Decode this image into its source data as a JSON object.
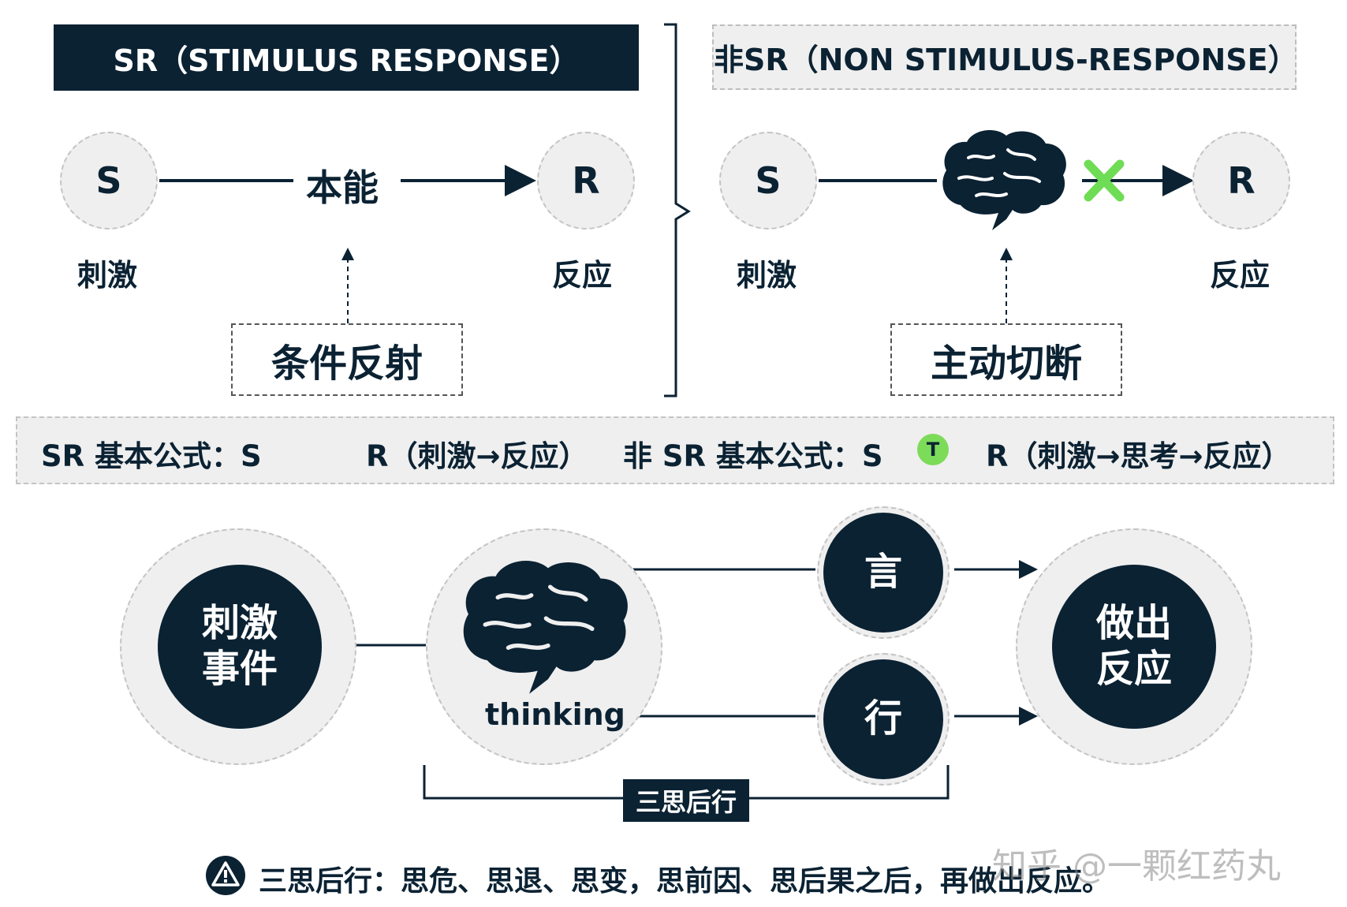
{
  "sr": {
    "header": "SR（STIMULUS RESPONSE）",
    "node_s": "S",
    "node_r": "R",
    "middle": "本能",
    "label_s": "刺激",
    "label_r": "反应",
    "box": "条件反射"
  },
  "nonsr": {
    "header": "非SR（NON STIMULUS-RESPONSE）",
    "node_s": "S",
    "node_r": "R",
    "label_s": "刺激",
    "label_r": "反应",
    "box": "主动切断"
  },
  "formula": {
    "sr_prefix": "SR 基本公式：S",
    "sr_suffix": "R（刺激→反应）",
    "nonsr_prefix": "非 SR 基本公式：S",
    "t_label": "T",
    "nonsr_suffix": "R（刺激→思考→反应）"
  },
  "flow": {
    "stimulus": "刺激\n事件",
    "thinking": "thinking",
    "speech": "言",
    "action": "行",
    "response": "做出\n反应",
    "bracket_tag": "三思后行"
  },
  "footer": {
    "note": "三思后行：思危、思退、思变，思前因、思后果之后，再做出反应。",
    "watermark": "知乎 @一颗红药丸"
  },
  "colors": {
    "navy": "#0b2233",
    "light_gray": "#efefef",
    "green": "#7ddb5a",
    "green_x": "#6fdc55"
  }
}
